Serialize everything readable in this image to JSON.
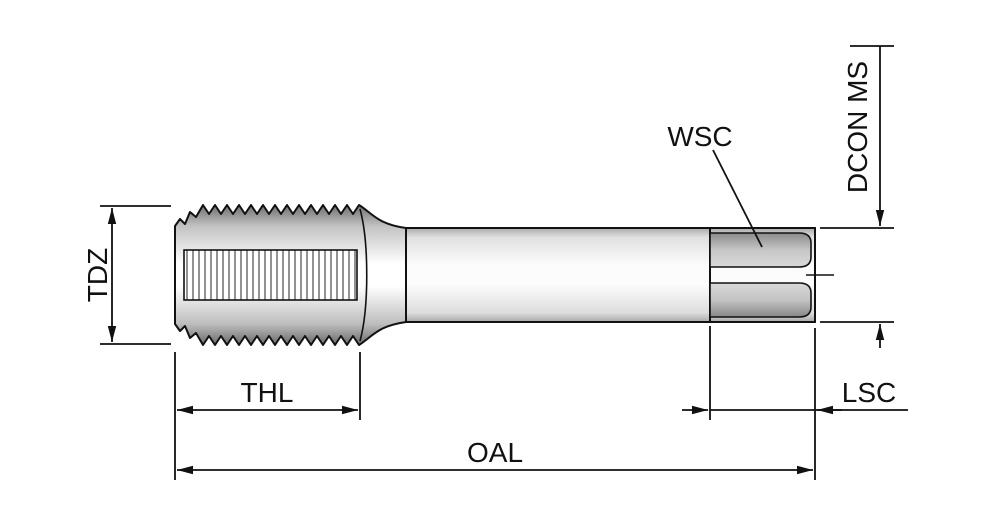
{
  "diagram": {
    "type": "technical-drawing",
    "subject": "tap-tool-dimension-diagram",
    "labels": {
      "tdz": "TDZ",
      "thl": "THL",
      "oal": "OAL",
      "wsc": "WSC",
      "dcon_ms": "DCON MS",
      "lsc": "LSC"
    },
    "colors": {
      "line": "#111111",
      "background": "#ffffff",
      "metal_light": "#ffffff",
      "metal_mid": "#c6c6c6",
      "metal_dark": "#6f6f6f"
    }
  }
}
